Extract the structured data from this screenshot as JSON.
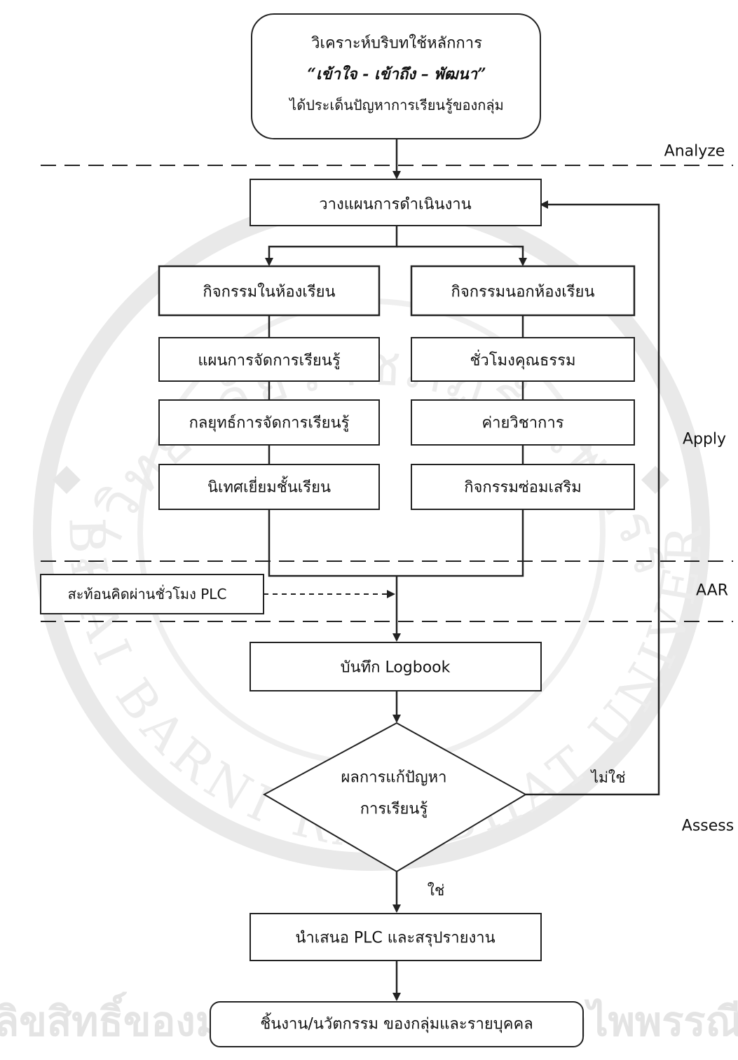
{
  "phases": {
    "analyze": "Analyze",
    "apply": "Apply",
    "aar": "AAR",
    "assess": "Assess"
  },
  "nodes": {
    "context_line1": "วิเคราะห์บริบทใช้หลักการ",
    "context_line2": "“เข้าใจ - เข้าถึง – พัฒนา”",
    "context_line3": "ได้ประเด็นปัญหาการเรียนรู้ของกลุ่ม",
    "plan": "วางแผนการดำเนินงาน",
    "in_class": "กิจกรรมในห้องเรียน",
    "out_class": "กิจกรรมนอกห้องเรียน",
    "lesson_plan": "แผนการจัดการเรียนรู้",
    "moral_hour": "ชั่วโมงคุณธรรม",
    "strategy": "กลยุทธ์การจัดการเรียนรู้",
    "academic_camp": "ค่ายวิชาการ",
    "supervision": "นิเทศเยี่ยมชั้นเรียน",
    "remedial": "กิจกรรมซ่อมเสริม",
    "reflection": "สะท้อนคิดผ่านชั่วโมง PLC",
    "logbook": "บันทึก Logbook",
    "decision_line1": "ผลการแก้ปัญหา",
    "decision_line2": "การเรียนรู้",
    "present": "นำเสนอ PLC และสรุปรายงาน",
    "outcome": "ชิ้นงาน/นวัตกรรม ของกลุ่มและรายบุคคล"
  },
  "edge_labels": {
    "no": "ไม่ใช่",
    "yes": "ใช่"
  },
  "watermark": {
    "thai_arc": "มหาวิทยาลัยราชภัฏรำไพพรรณี",
    "eng_arc": "RAMBHAI BARNI RAJABHAT UNIVERSITY",
    "footer": "ลิขสิทธิ์ของมหาวิทยาลัยราชภัฏรำไพพรรณี"
  }
}
